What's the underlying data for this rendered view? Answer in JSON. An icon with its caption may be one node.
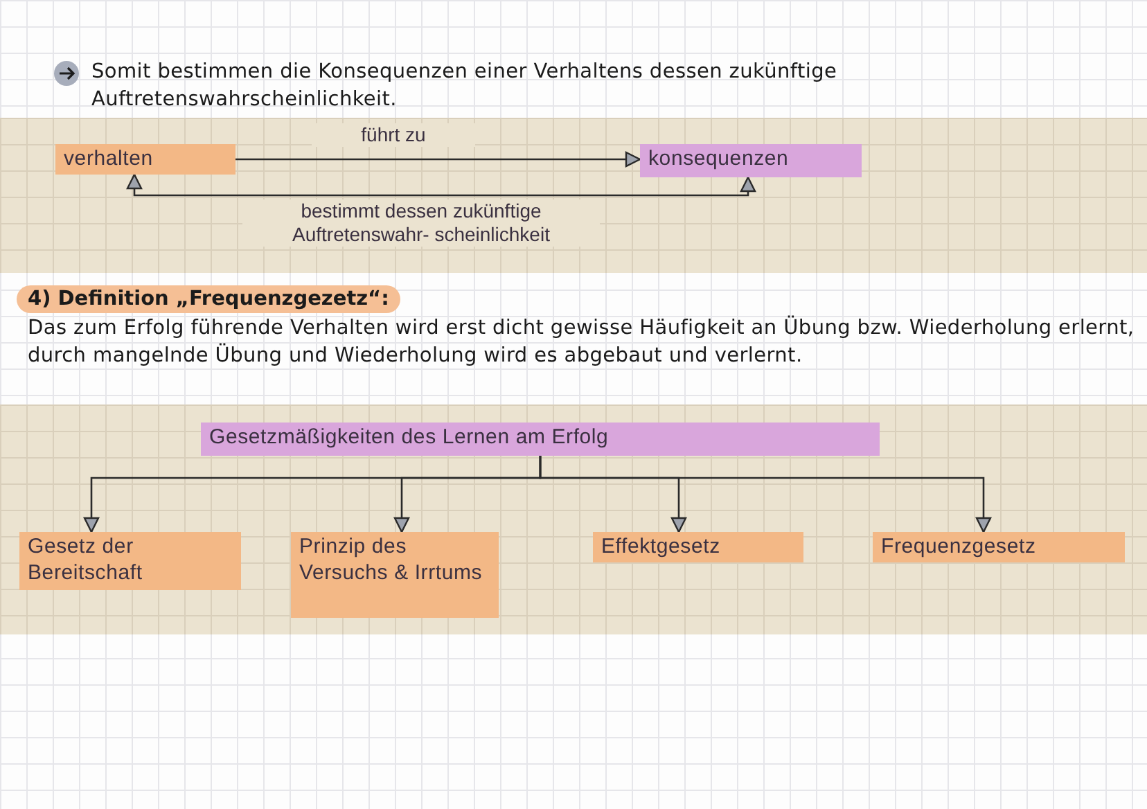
{
  "diagram": {
    "nodes": [
      {
        "text": [
          "verhalten"
        ]
      },
      {
        "text": [
          "konsequenzen"
        ]
      },
      {
        "text": [
          "Gesetzmäßigkeiten des Lernen am Erfolg"
        ]
      },
      {
        "text": [
          "Gesetz der Bereitschaft"
        ]
      },
      {
        "text": [
          "Prinzip des Versuchs & Irrtums"
        ]
      },
      {
        "text": [
          "Effektgesetz"
        ]
      },
      {
        "text": [
          "Frequenzgesetz"
        ]
      }
    ],
    "edges": [
      {
        "from": 0,
        "to": 1,
        "arrow": "to",
        "label": "führt zu"
      },
      {
        "from": 1,
        "to": 0,
        "arrow": "both",
        "label": "bestimmt dessen zukünftige Auftretenswahr- scheinlichkeit"
      },
      {
        "from": 2,
        "to": 3,
        "arrow": "to"
      },
      {
        "from": 2,
        "to": 4,
        "arrow": "to"
      },
      {
        "from": 2,
        "to": 5,
        "arrow": "to"
      },
      {
        "from": 2,
        "to": 6,
        "arrow": "to"
      }
    ],
    "labels": [
      "Somit bestimmen die Konsequenzen einer Verhaltens dessen zukünftige Auftretenswahrscheinlichkeit.",
      "4) Definition „Frequenzgezetz“:",
      "Das zum Erfolg führende Verhalten wird erst dicht gewisse Häufigkeit an Übung bzw. Wiederholung erlernt, durch mangelnde Übung und Wiederholung wird es abgebaut und verlernt."
    ]
  }
}
